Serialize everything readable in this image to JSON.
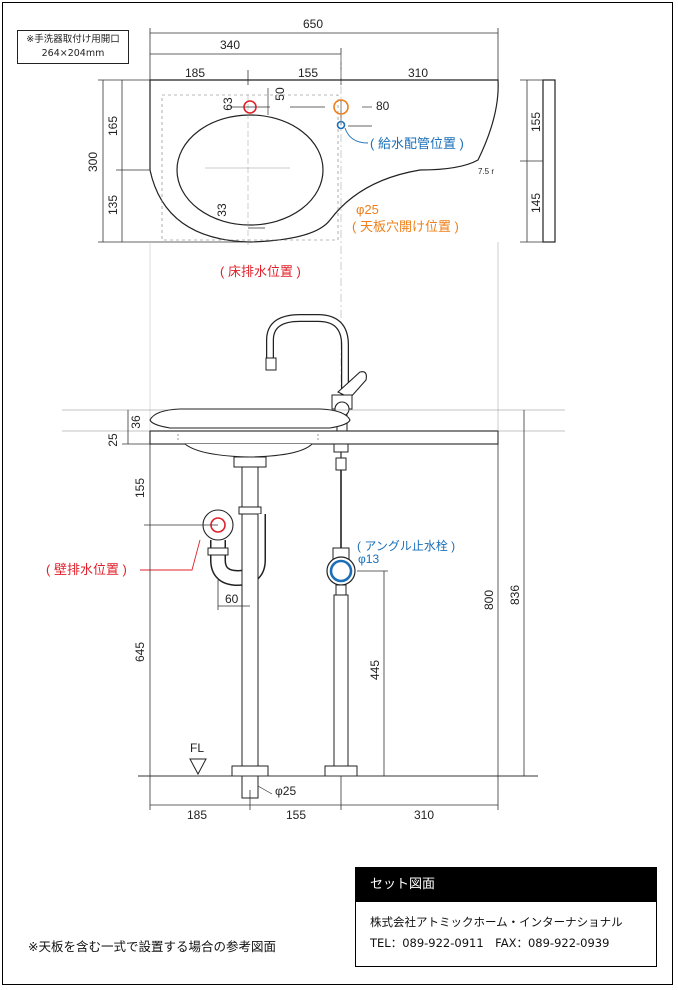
{
  "note_box": {
    "line1": "※手洗器取付け用開口",
    "line2": "264×204mm"
  },
  "dims": {
    "w650": "650",
    "w340": "340",
    "top185": "185",
    "top155": "155",
    "top310": "310",
    "h300": "300",
    "h165": "165",
    "h135": "135",
    "h155r": "155",
    "h145r": "145",
    "d63": "63",
    "d50": "50",
    "d80": "80",
    "d33": "33",
    "r75": "7.5 r",
    "h36": "36",
    "h25": "25",
    "h155": "155",
    "h645": "645",
    "d60": "60",
    "h445": "445",
    "h800": "800",
    "h836": "836",
    "bot185": "185",
    "bot155": "155",
    "bot310": "310"
  },
  "labels": {
    "supply": "( 給水配管位置 )",
    "phi25_top": "φ25",
    "counter_hole": "( 天板穴開け位置 )",
    "floor_drain": "( 床排水位置 )",
    "wall_drain": "( 壁排水位置 )",
    "angle_valve": "( アングル止水栓 )",
    "phi13": "φ13",
    "fl": "FL",
    "phi25_bottom": "φ25"
  },
  "colors": {
    "red": "#e0202a",
    "orange": "#ee7f1a",
    "blue": "#1a6fb8"
  },
  "footnote": "※天板を含む一式で設置する場合の参考図面",
  "info": {
    "title": "セット図面",
    "company": "株式会社アトミックホーム・インターナショナル",
    "contact": "TEL：089-922-0911　FAX：089-922-0939"
  }
}
